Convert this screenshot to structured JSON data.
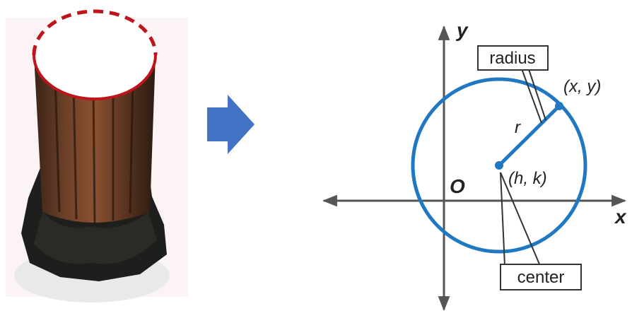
{
  "left_panel": {
    "subject_icon": "tree-stump-photo",
    "outline_color": "#c0141c"
  },
  "arrow": {
    "icon": "right-arrow-icon",
    "color": "#4472c4"
  },
  "diagram": {
    "axis_labels": {
      "x": "x",
      "y": "y"
    },
    "origin_label": "O",
    "radius_label": "radius",
    "radius_symbol": "r",
    "point_label": "(x, y)",
    "center_point_label": "(h, k)",
    "center_label": "center",
    "circle_color": "#1f78c1",
    "axis_color": "#555555"
  }
}
